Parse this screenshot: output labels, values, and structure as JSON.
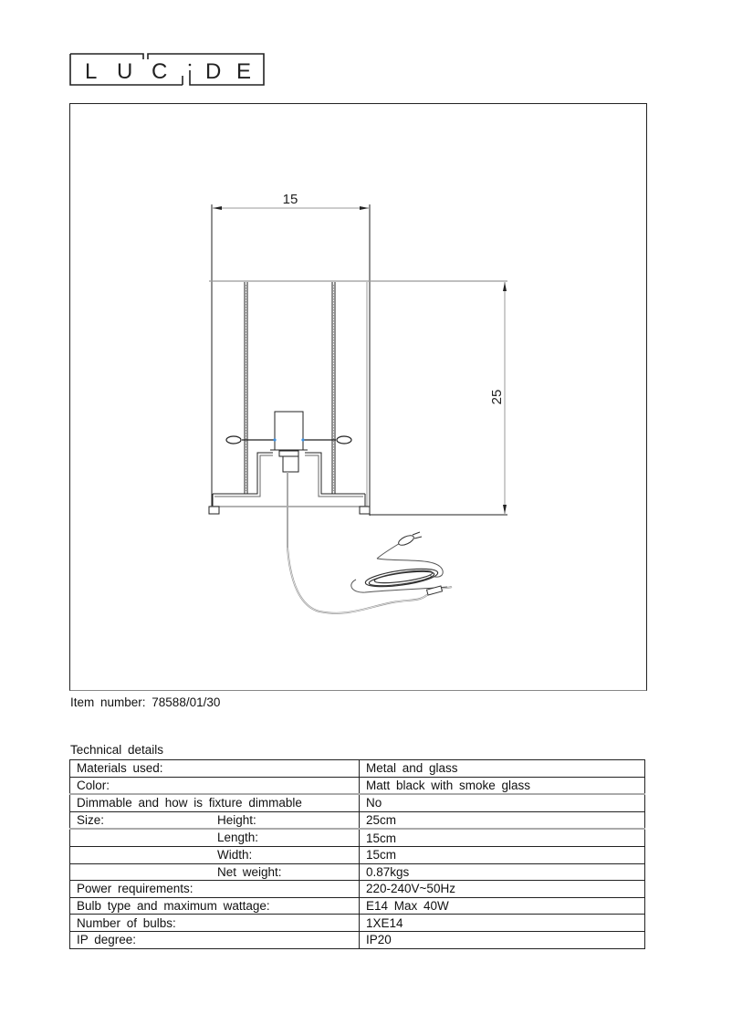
{
  "brand": {
    "logo_text": "LUCIDE",
    "letters": [
      "L",
      "U",
      "C",
      "I",
      "D",
      "E"
    ]
  },
  "drawing": {
    "width_dimension": "15",
    "height_dimension": "25",
    "components": [
      "lamp-frame",
      "glass-shade",
      "e14-socket",
      "base",
      "power-cord",
      "switch",
      "plug"
    ]
  },
  "item": {
    "label": "Item number:",
    "value": "78588/01/30",
    "full": "Item  number:  78588/01/30"
  },
  "technical": {
    "title": "Technical  details",
    "rows": [
      {
        "label": "Materials  used:",
        "sublabel": "",
        "value": "Metal  and  glass"
      },
      {
        "label": "Color:",
        "sublabel": "",
        "value": "Matt  black  with  smoke  glass"
      },
      {
        "label": "Dimmable  and  how  is  fixture  dimmable",
        "sublabel": "",
        "value": "No"
      },
      {
        "label": "Size:",
        "sublabel": "Height:",
        "value": "25cm"
      },
      {
        "label": "",
        "sublabel": "Length:",
        "value": "15cm"
      },
      {
        "label": "",
        "sublabel": "Width:",
        "value": "15cm"
      },
      {
        "label": "",
        "sublabel": "Net  weight:",
        "value": "0.87kgs"
      },
      {
        "label": "Power  requirements:",
        "sublabel": "",
        "value": "220-240V~50Hz"
      },
      {
        "label": "Bulb  type  and  maximum  wattage:",
        "sublabel": "",
        "value": "E14  Max  40W"
      },
      {
        "label": "Number  of  bulbs:",
        "sublabel": "",
        "value": "1XE14"
      },
      {
        "label": "IP  degree:",
        "sublabel": "",
        "value": "IP20"
      }
    ]
  }
}
